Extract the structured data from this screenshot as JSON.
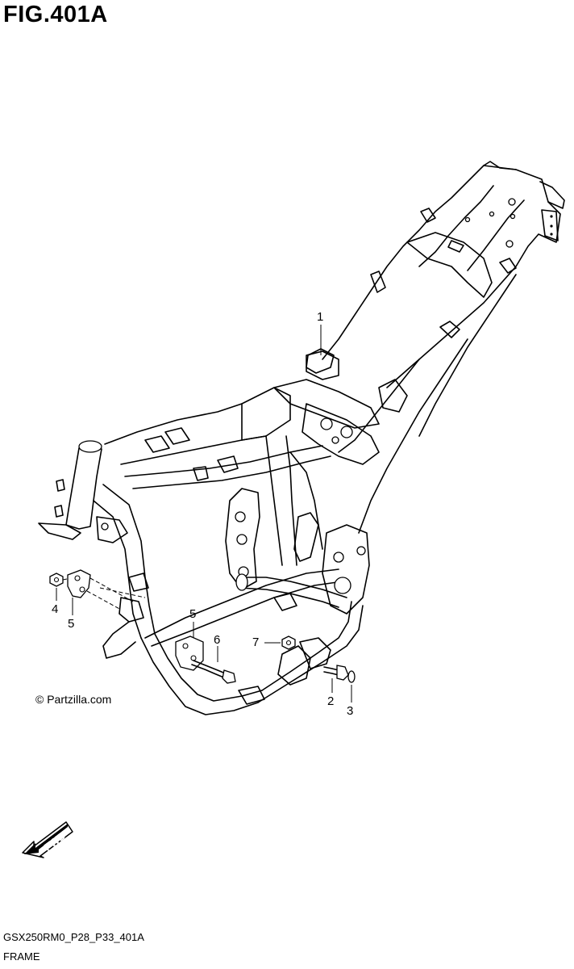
{
  "figure": {
    "title": "FIG.401A"
  },
  "callouts": [
    {
      "id": "1",
      "label": "1"
    },
    {
      "id": "2",
      "label": "2"
    },
    {
      "id": "3",
      "label": "3"
    },
    {
      "id": "4",
      "label": "4"
    },
    {
      "id": "5a",
      "label": "5"
    },
    {
      "id": "5b",
      "label": "5"
    },
    {
      "id": "6",
      "label": "6"
    },
    {
      "id": "7",
      "label": "7"
    }
  ],
  "watermark": {
    "text": "© Partzilla.com"
  },
  "fwd_arrow": {
    "label": "FWD",
    "icon": "fwd-arrow-icon"
  },
  "footer": {
    "code": "GSX250RM0_P28_P33_401A",
    "name": "FRAME"
  }
}
